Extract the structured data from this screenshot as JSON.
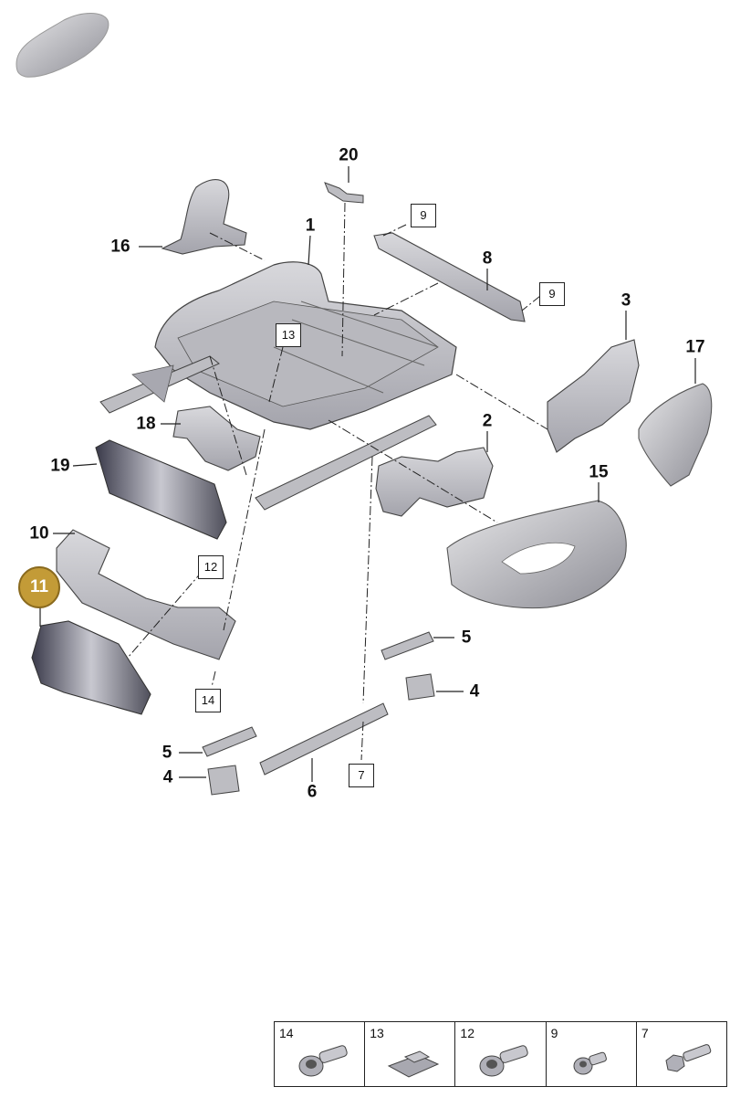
{
  "highlighted_part": "11",
  "callouts": {
    "c1": "1",
    "c2": "2",
    "c3": "3",
    "c4a": "4",
    "c4b": "4",
    "c5a": "5",
    "c5b": "5",
    "c6": "6",
    "c8": "8",
    "c10": "10",
    "c15": "15",
    "c16": "16",
    "c17": "17",
    "c18": "18",
    "c19": "19",
    "c20": "20"
  },
  "boxed_callouts": {
    "b9a": "9",
    "b9b": "9",
    "b13": "13",
    "b12": "12",
    "b14": "14",
    "b7": "7"
  },
  "fastener_table": [
    {
      "number": "14",
      "icon": "flange-bolt-icon"
    },
    {
      "number": "13",
      "icon": "clip-nut-icon"
    },
    {
      "number": "12",
      "icon": "flange-bolt-icon"
    },
    {
      "number": "9",
      "icon": "short-bolt-icon"
    },
    {
      "number": "7",
      "icon": "hex-bolt-icon"
    }
  ],
  "colors": {
    "part_fill": "#c9c9cc",
    "part_shade": "#9a9aa0",
    "part_dark": "#5a5a66",
    "highlight": "#c39b37",
    "line": "#222222"
  }
}
